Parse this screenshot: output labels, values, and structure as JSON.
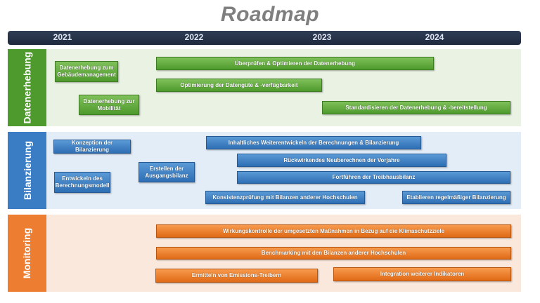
{
  "title": "Roadmap",
  "years": [
    "2021",
    "2022",
    "2023",
    "2024"
  ],
  "lanes": [
    {
      "name": "Datenerhebung",
      "color": "#4e9a2c",
      "items": [
        "Datenerhebung zum Gebäudemanagement",
        "Datenerhebung zur Mobilität",
        "Überprüfen & Optimieren der Datenerhebung",
        "Optimierung der Datengüte & -verfügbarkeit",
        "Standardisieren der Datenerhebung & -bereitstellung"
      ]
    },
    {
      "name": "Bilanzierung",
      "color": "#3b7dc4",
      "items": [
        "Konzeption der Bilanzierung",
        "Entwickeln des Berechnungsmodell",
        "Erstellen der Ausgangsbilanz",
        "Inhaltliches Weiterentwickeln der Berechnungen & Bilanzierung",
        "Rückwirkendes Neuberechnen der Vorjahre",
        "Fortführen der Treibhausbilanz",
        "Konsistenzprüfung mit Bilanzen anderer Hochschulen",
        "Etablieren regelmäßiger Bilanzierung"
      ]
    },
    {
      "name": "Monitoring",
      "color": "#ed7d31",
      "items": [
        "Wirkungskontrolle der umgesetzten Maßnahmen in Bezug auf die Klimaschutzziele",
        "Benchmarking mit den Bilanzen anderer Hochschulen",
        "Ermitteln von Emissions-Treibern",
        "Integration weiterer Indikatoren"
      ]
    }
  ]
}
